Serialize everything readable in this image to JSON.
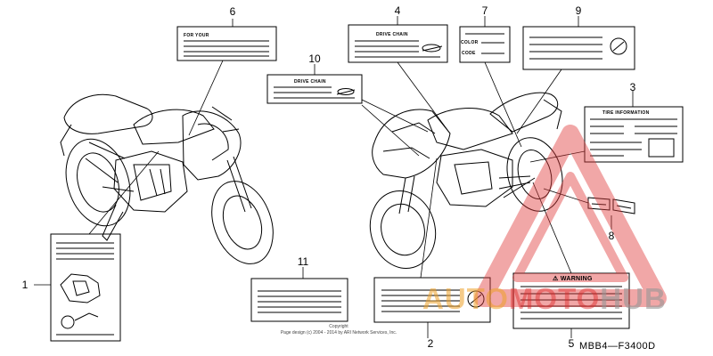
{
  "callouts": [
    "1",
    "2",
    "3",
    "4",
    "5",
    "6",
    "7",
    "8",
    "9",
    "10",
    "11"
  ],
  "labels": {
    "for_your": "FOR YOUR",
    "drive_chain_4": "DRIVE CHAIN",
    "drive_chain_10": "DRIVE CHAIN",
    "color": "COLOR",
    "code": "CODE",
    "tire_information": "TIRE INFORMATION",
    "warning": "⚠ WARNING"
  },
  "copyright_lines": [
    "Copyright",
    "Page design (c) 2004 - 2014 by ARI Network Services, Inc."
  ],
  "diagram_code": "MBB4—F3400D",
  "watermark": {
    "part1": "AUTO",
    "part2": "MOTO",
    "part3": "HUB"
  },
  "colors": {
    "line": "#000000",
    "watermark_red": "#e03c3c",
    "watermark_orange": "#eca028",
    "watermark_gray": "#969696"
  }
}
